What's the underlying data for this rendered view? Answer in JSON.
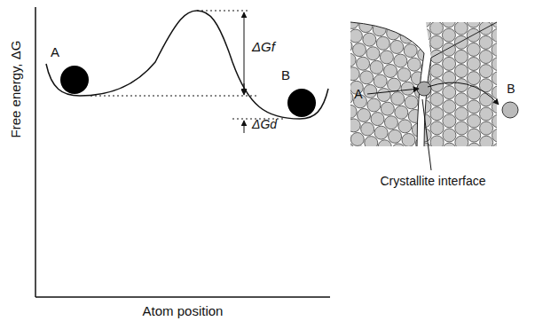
{
  "diagram": {
    "labels": [
      "Free energy, ΔG",
      "ΔGf",
      "ΔGd",
      "A",
      "B",
      "Atom position",
      "A",
      "B",
      "Crystallite interface"
    ]
  }
}
